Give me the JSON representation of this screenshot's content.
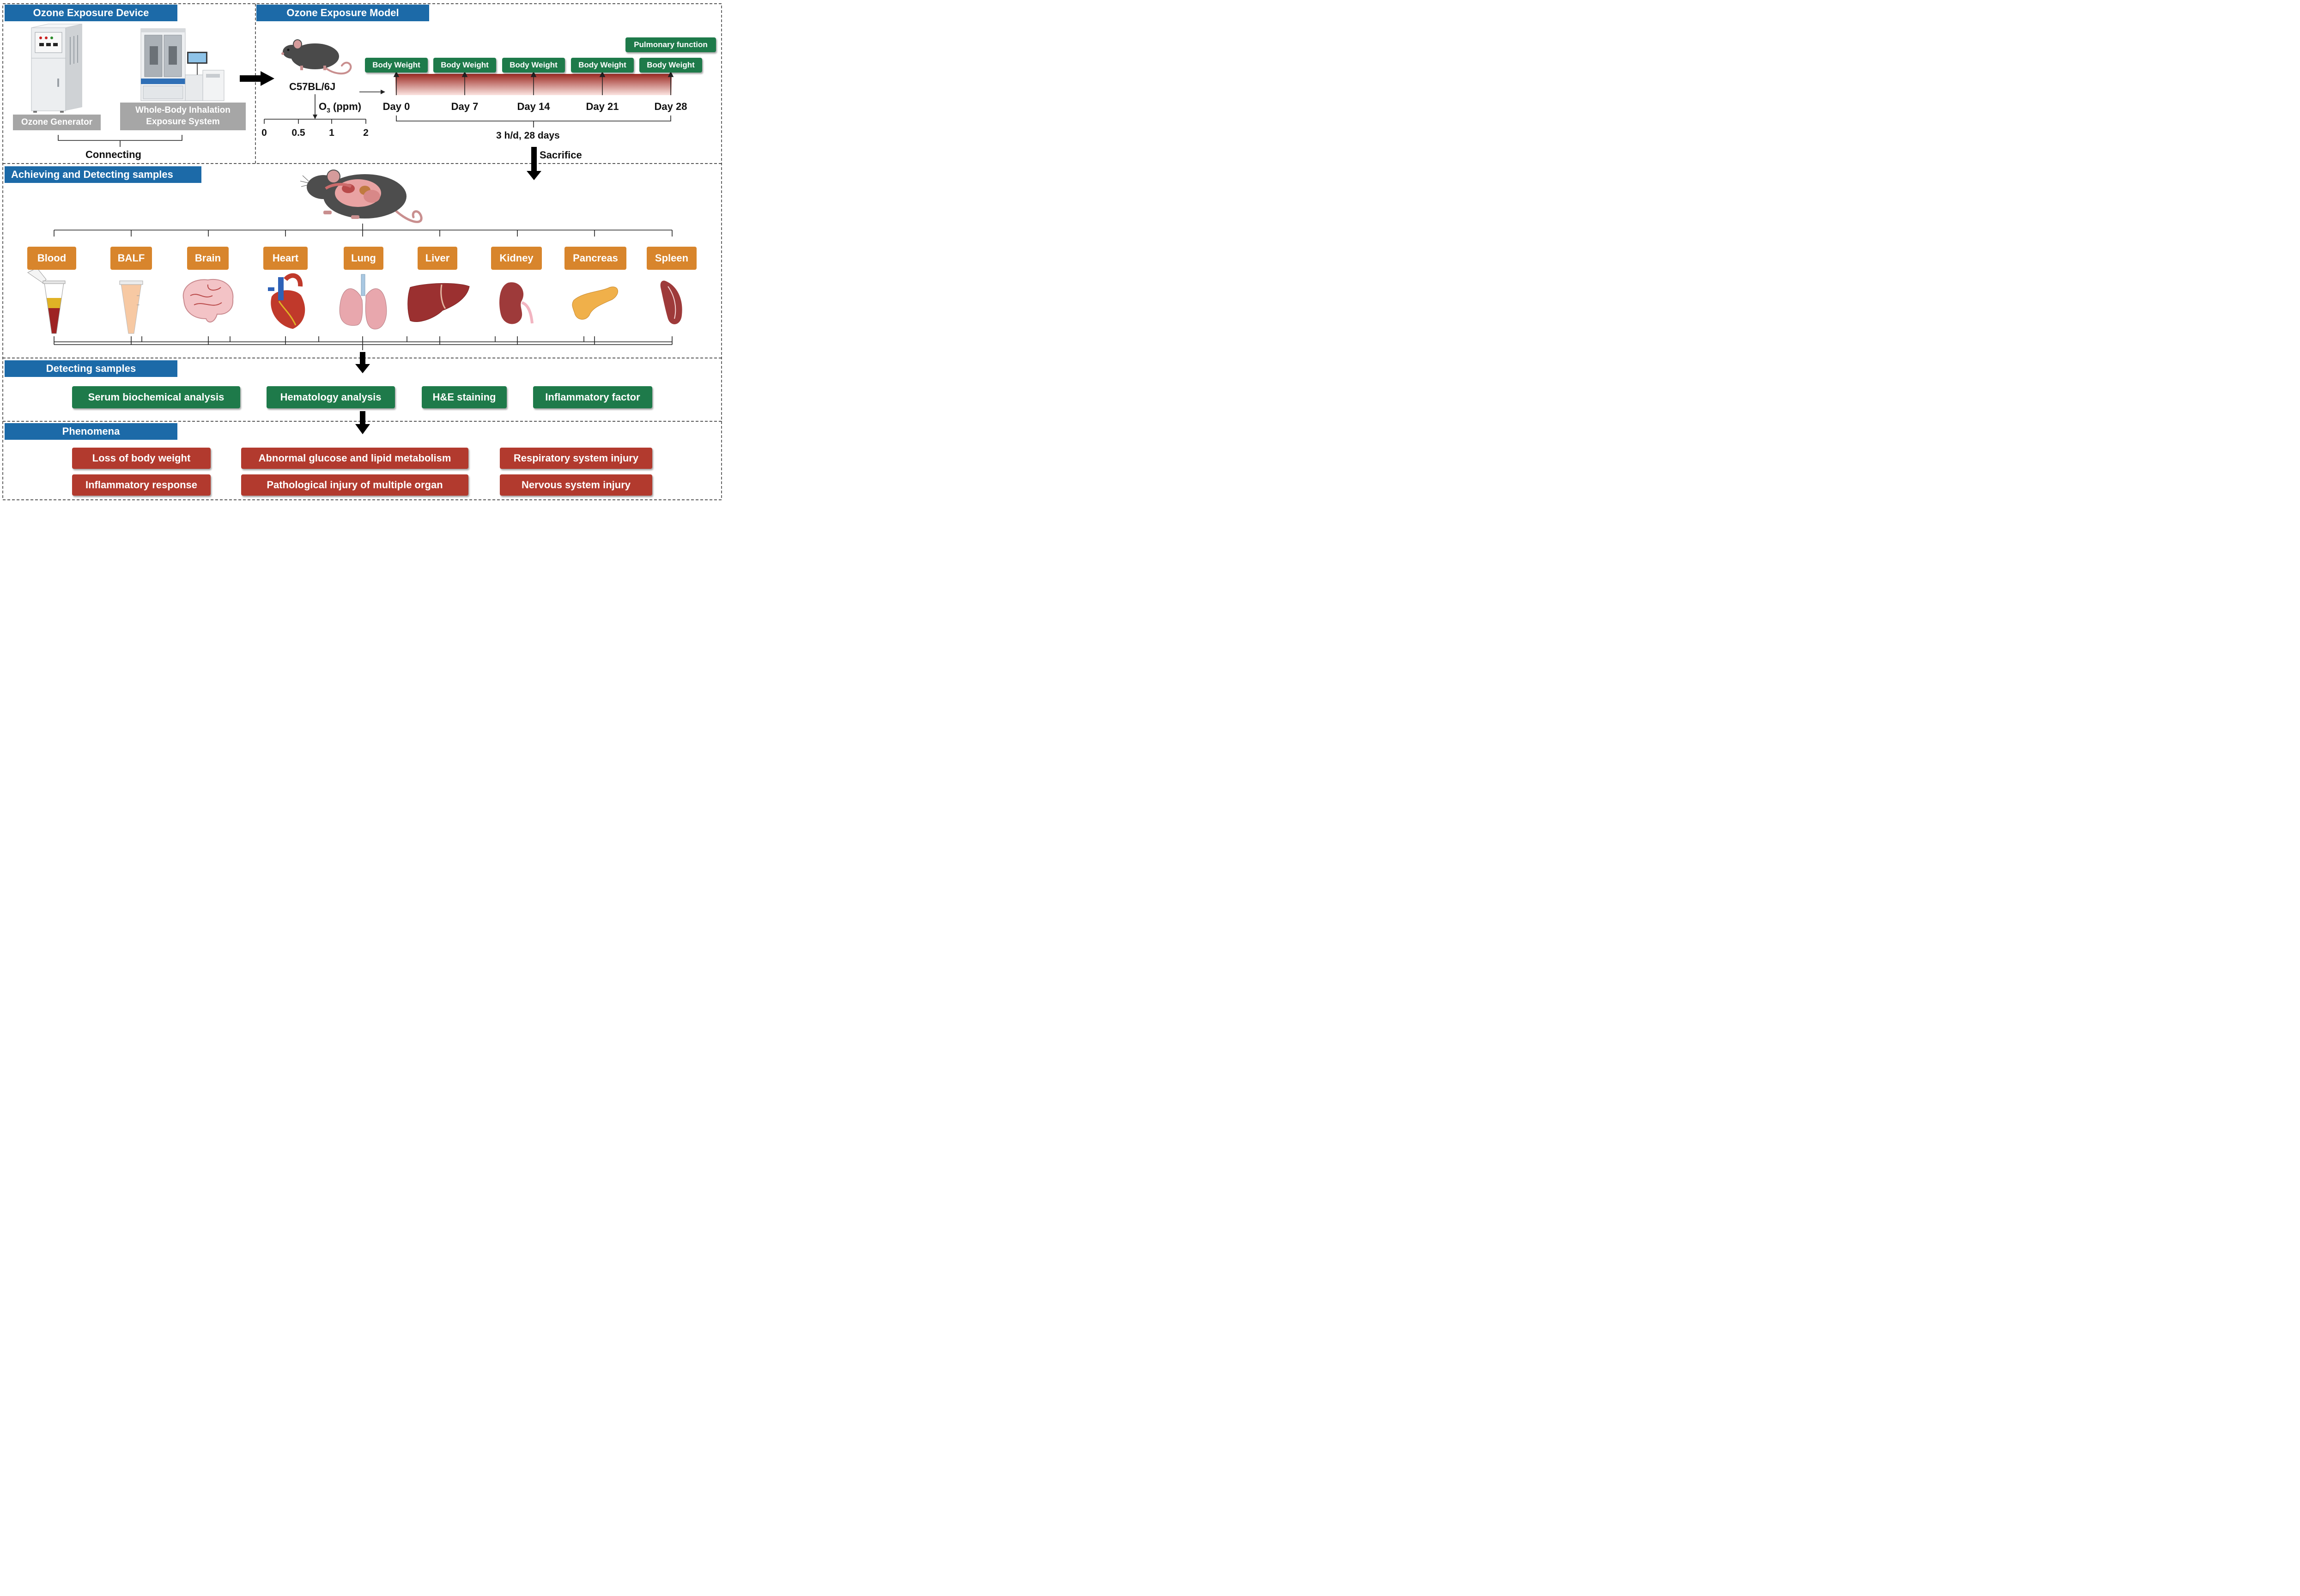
{
  "sections": {
    "device": "Ozone Exposure Device",
    "model": "Ozone Exposure Model",
    "achieving": "Achieving and Detecting  samples",
    "detecting": "Detecting samples",
    "phenomena": "Phenomena"
  },
  "device": {
    "generator_label": "Ozone Generator",
    "system_label_line1": "Whole-Body Inhalation",
    "system_label_line2": "Exposure System",
    "connecting": "Connecting"
  },
  "model": {
    "strain": "C57BL/6J",
    "dose_label_prefix": "O",
    "dose_label_sub": "3",
    "dose_label_suffix": " (ppm)",
    "dose_ticks": [
      "0",
      "0.5",
      "1",
      "2"
    ],
    "body_weight": "Body Weight",
    "pulmonary": "Pulmonary function",
    "days": [
      "Day 0",
      "Day 7",
      "Day 14",
      "Day 21",
      "Day 28"
    ],
    "duration": "3 h/d, 28 days",
    "sacrifice": "Sacrifice"
  },
  "samples": [
    "Blood",
    "BALF",
    "Brain",
    "Heart",
    "Lung",
    "Liver",
    "Kidney",
    "Pancreas",
    "Spleen"
  ],
  "analyses": [
    "Serum biochemical analysis",
    "Hematology analysis",
    "H&E staining",
    "Inflammatory factor"
  ],
  "phenomena": [
    "Loss of body weight",
    "Abnormal glucose and lipid metabolism",
    "Respiratory system injury",
    "Inflammatory response",
    "Pathological injury of multiple organ",
    "Nervous system injury"
  ],
  "colors": {
    "header_blue": "#1c6aa8",
    "label_green": "#1e7a4a",
    "sample_orange": "#d8852c",
    "phenomena_red": "#b23a2e",
    "device_gray": "#a6a6a6"
  }
}
